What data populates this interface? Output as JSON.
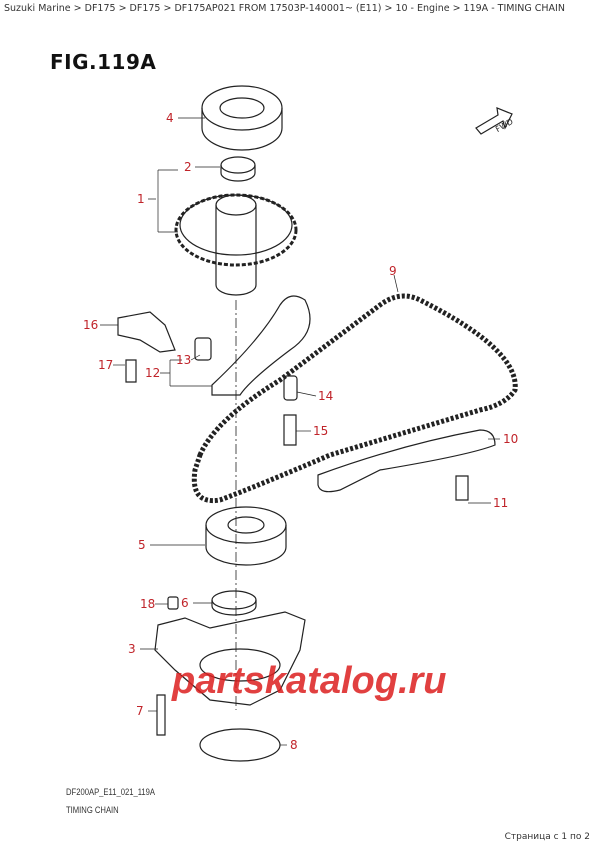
{
  "breadcrumb": "Suzuki Marine > DF175 > DF175 > DF175AP021 FROM 17503P-140001~ (E11) > 10 - Engine > 119A - TIMING CHAIN",
  "figure_title": "FIG.119A",
  "fwd_label": "FWD",
  "callouts": [
    "4",
    "2",
    "1",
    "16",
    "17",
    "13",
    "12",
    "14",
    "15",
    "9",
    "10",
    "11",
    "5",
    "6",
    "18",
    "3",
    "7",
    "8"
  ],
  "watermark": "partskatalog.ru",
  "diagram_code": "DF200AP_E11_021_119A",
  "diagram_caption": "TIMING CHAIN",
  "pager": "Страница с 1 по 2",
  "colors": {
    "callout": "#c0242a",
    "watermark": "#dc1e1e"
  }
}
